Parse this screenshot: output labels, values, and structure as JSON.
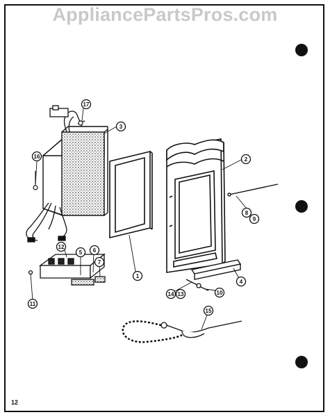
{
  "watermark": "AppliancePartsPros.com",
  "page_number": "12",
  "callouts": [
    {
      "id": "c17",
      "label": "17"
    },
    {
      "id": "c3",
      "label": "3"
    },
    {
      "id": "c16",
      "label": "16"
    },
    {
      "id": "c2",
      "label": "2"
    },
    {
      "id": "c8",
      "label": "8"
    },
    {
      "id": "c9",
      "label": "9"
    },
    {
      "id": "c12",
      "label": "12"
    },
    {
      "id": "c5",
      "label": "5"
    },
    {
      "id": "c6",
      "label": "6"
    },
    {
      "id": "c7",
      "label": "7"
    },
    {
      "id": "c1",
      "label": "1"
    },
    {
      "id": "c4",
      "label": "4"
    },
    {
      "id": "c11",
      "label": "11"
    },
    {
      "id": "c14",
      "label": "14"
    },
    {
      "id": "c13",
      "label": "13"
    },
    {
      "id": "c10",
      "label": "10"
    },
    {
      "id": "c15",
      "label": "15"
    }
  ]
}
